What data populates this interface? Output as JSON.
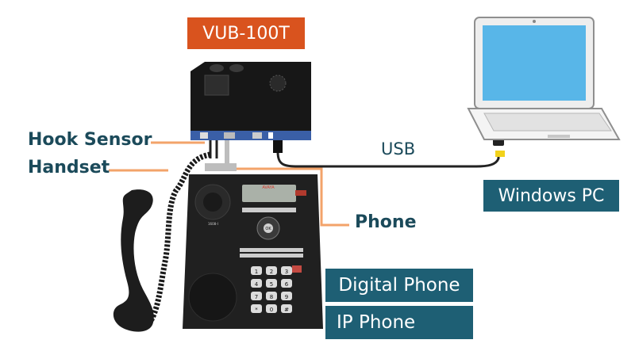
{
  "device": {
    "label": "VUB-100T",
    "label_color": "#d9531e"
  },
  "callouts": {
    "hook_sensor": "Hook Sensor",
    "handset": "Handset",
    "phone": "Phone",
    "color": "#1b4a5a",
    "line_color": "#f3a36a"
  },
  "connection": {
    "label": "USB"
  },
  "pc": {
    "label": "Windows PC",
    "label_color": "#1e5f74"
  },
  "phone_types": [
    {
      "label": "Digital Phone"
    },
    {
      "label": "IP Phone"
    }
  ],
  "phone_brand": "AVAYA",
  "phone_model": "1608-I",
  "phone_keys": [
    "1",
    "2",
    "3",
    "4",
    "5",
    "6",
    "7",
    "8",
    "9",
    "*",
    "0",
    "#"
  ],
  "phone_nav_center": "OK"
}
